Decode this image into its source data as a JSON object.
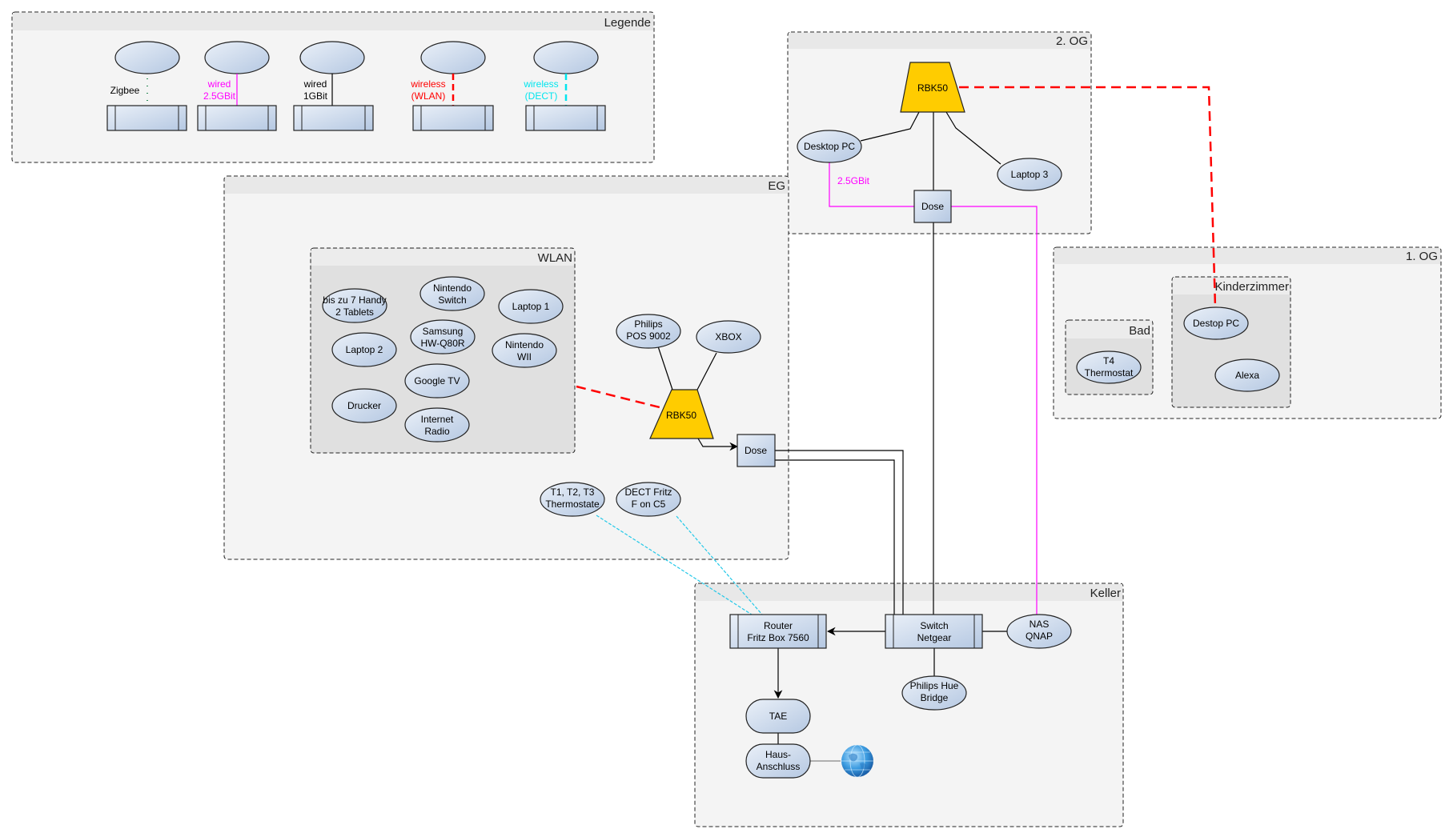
{
  "groups": {
    "legend": "Legende",
    "og2": "2. OG",
    "eg": "EG",
    "wlan": "WLAN",
    "og1": "1. OG",
    "bad": "Bad",
    "kinderzimmer": "Kinderzimmer",
    "keller": "Keller"
  },
  "legend": {
    "items": [
      {
        "line1": "",
        "line2": "Zigbee",
        "type": "zigbee",
        "color": "#2e8b57"
      },
      {
        "line1": "wired",
        "line2": "2.5GBit",
        "type": "wired-2.5g",
        "color": "#ff00ff"
      },
      {
        "line1": "wired",
        "line2": "1GBit",
        "type": "wired-1g",
        "color": "#000000"
      },
      {
        "line1": "wireless",
        "line2": "(WLAN)",
        "type": "wireless-wlan",
        "color": "#ff0000"
      },
      {
        "line1": "wireless",
        "line2": "(DECT)",
        "type": "wireless-dect",
        "color": "#00e5ee"
      }
    ]
  },
  "og2": {
    "rbk50": "RBK50",
    "desktop_pc": "Desktop PC",
    "laptop3": "Laptop 3",
    "dose": "Dose",
    "link_label": "2.5GBit"
  },
  "wlan_devices": [
    {
      "l1": "bis zu 7 Handy",
      "l2": "2 Tablets"
    },
    {
      "l1": "Nintendo",
      "l2": "Switch"
    },
    {
      "l1": "Laptop 1",
      "l2": ""
    },
    {
      "l1": "Samsung",
      "l2": "HW-Q80R"
    },
    {
      "l1": "Laptop 2",
      "l2": ""
    },
    {
      "l1": "Nintendo",
      "l2": "WII"
    },
    {
      "l1": "Google TV",
      "l2": ""
    },
    {
      "l1": "Drucker",
      "l2": ""
    },
    {
      "l1": "Internet",
      "l2": "Radio"
    }
  ],
  "eg": {
    "philips_l1": "Philips",
    "philips_l2": "POS 9002",
    "xbox": "XBOX",
    "rbk50": "RBK50",
    "dose": "Dose",
    "thermo_l1": "T1, T2, T3",
    "thermo_l2": "Thermostate",
    "dect_l1": "DECT Fritz",
    "dect_l2": "F on C5"
  },
  "og1": {
    "t4_l1": "T4",
    "t4_l2": "Thermostat",
    "destop_pc": "Destop PC",
    "alexa": "Alexa"
  },
  "keller": {
    "router_l1": "Router",
    "router_l2": "Fritz Box 7560",
    "switch_l1": "Switch",
    "switch_l2": "Netgear",
    "nas_l1": "NAS",
    "nas_l2": "QNAP",
    "hue_l1": "Philips Hue",
    "hue_l2": "Bridge",
    "tae": "TAE",
    "haus_l1": "Haus-",
    "haus_l2": "Anschluss",
    "internet_icon": "globe-icon"
  }
}
